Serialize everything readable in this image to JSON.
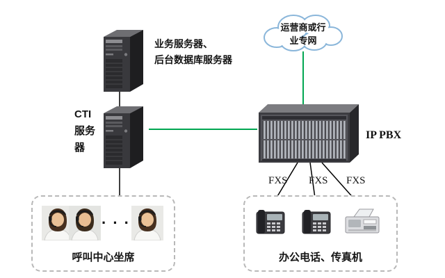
{
  "diagram": {
    "cloud": {
      "line1": "运营商或行",
      "line2": "业专网"
    },
    "app_server": {
      "line1": "业务服务器、",
      "line2": "后台数据库服务器"
    },
    "cti_server": {
      "line1": "CTI",
      "line2": "服务",
      "line3": "器"
    },
    "ippbx": {
      "label": "IP PBX"
    },
    "fxs_ports": [
      "FXS",
      "FXS",
      "FXS"
    ],
    "call_center": {
      "label": "呼叫中心坐席",
      "ellipsis": "···"
    },
    "office": {
      "label": "办公电话、传真机"
    },
    "colors": {
      "link_green": "#00a651",
      "link_black": "#000000",
      "cloud_outline": "#8ab6da"
    }
  }
}
